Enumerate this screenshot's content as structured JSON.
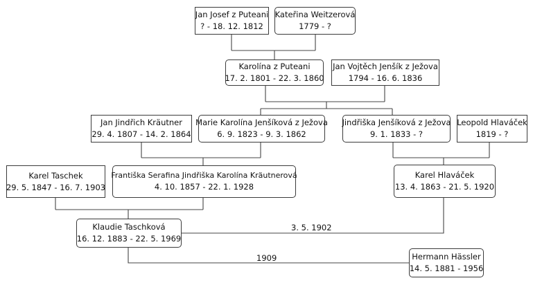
{
  "people": {
    "jan_josef": {
      "name": "Jan Josef z Puteani",
      "dates": "? - 18. 12. 1812"
    },
    "katerina": {
      "name": "Kateřina Weitzerová",
      "dates": "1779 - ?"
    },
    "karolina": {
      "name": "Karolína z Puteani",
      "dates": "17. 2. 1801 - 22. 3. 1860"
    },
    "jan_vojtech": {
      "name": "Jan Vojtěch Jenšík z Ježova",
      "dates": "1794 - 16. 6. 1836"
    },
    "jan_jindrich": {
      "name": "Jan Jindřich Kräutner",
      "dates": "29. 4. 1807 - 14. 2. 1864"
    },
    "marie_karolina": {
      "name": "Marie Karolína Jenšíková z Ježova",
      "dates": "6. 9. 1823 - 9. 3. 1862"
    },
    "jindriska": {
      "name": "Jindřiška Jenšíková z Ježova",
      "dates": "9. 1. 1833 - ?"
    },
    "leopold": {
      "name": "Leopold Hlaváček",
      "dates": "1819 - ?"
    },
    "karel_taschek": {
      "name": "Karel Taschek",
      "dates": "29. 5. 1847 - 16. 7. 1903"
    },
    "frantiska": {
      "name": "Františka Serafina Jindřiška Karolína Kräutnerová",
      "dates": "4. 10. 1857 - 22. 1. 1928"
    },
    "karel_hlavacek": {
      "name": "Karel Hlaváček",
      "dates": "13. 4. 1863 - 21. 5. 1920"
    },
    "klaudie": {
      "name": "Klaudie Taschková",
      "dates": "16. 12. 1883 - 22. 5. 1969"
    },
    "hermann": {
      "name": "Hermann Hässler",
      "dates": "14. 5. 1881 - 1956"
    }
  },
  "marriages": {
    "klaudie_karel": "3. 5. 1902",
    "klaudie_hermann": "1909"
  }
}
